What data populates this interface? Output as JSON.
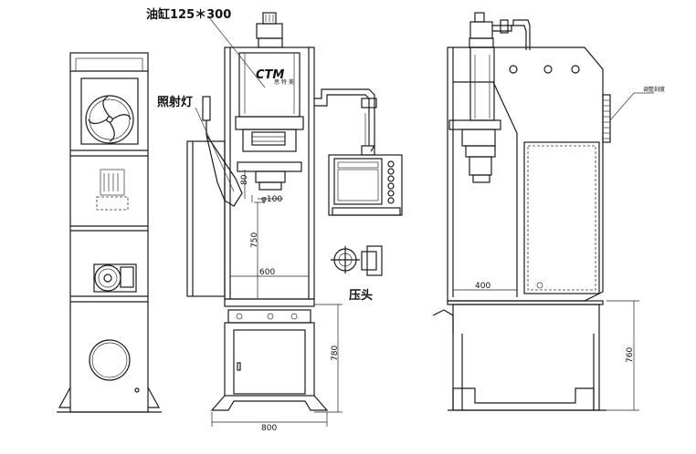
{
  "labels": {
    "cylinder": "油缸125＊300",
    "lamp": "照射灯",
    "press_head": "压头",
    "handwheel": "调整刻度"
  },
  "dimensions": {
    "d_100": "φ100",
    "d_80": "80",
    "d_750": "750",
    "d_600": "600",
    "d_780": "780",
    "d_800": "800",
    "d_400": "400",
    "d_760": "760"
  },
  "logo": {
    "text": "CTM",
    "sub": "思 特 美"
  },
  "colors": {
    "line": "#1a1a1a",
    "background": "#ffffff"
  }
}
